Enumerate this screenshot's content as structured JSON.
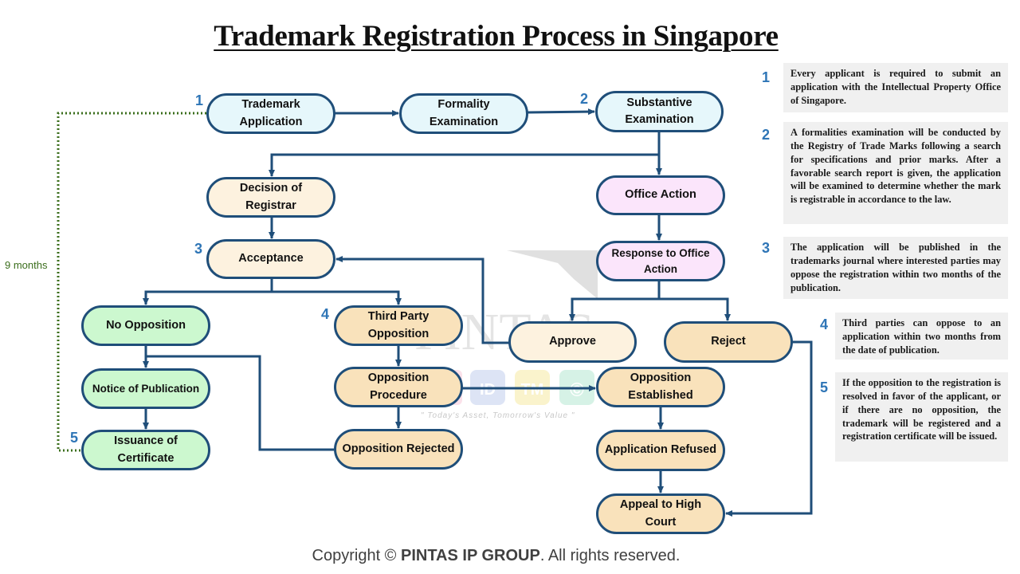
{
  "title": "Trademark Registration Process in Singapore",
  "nodes": {
    "trademark_application": "Trademark Application",
    "formality_examination": "Formality Examination",
    "substantive_examination": "Substantive Examination",
    "decision_of_registrar": "Decision of Registrar",
    "office_action": "Office Action",
    "acceptance": "Acceptance",
    "response_to_office_action": "Response to Office Action",
    "no_opposition": "No Opposition",
    "third_party_opposition": "Third Party Opposition",
    "approve": "Approve",
    "reject": "Reject",
    "notice_of_publication": "Notice of Publication",
    "opposition_procedure": "Opposition Procedure",
    "opposition_established": "Opposition Established",
    "issuance_of_certificate": "Issuance of Certificate",
    "opposition_rejected": "Opposition Rejected",
    "application_refused": "Application Refused",
    "appeal_to_high_court": "Appeal to High Court"
  },
  "step_numbers": {
    "trademark_application": "1",
    "substantive_examination": "2",
    "acceptance": "3",
    "third_party_opposition": "4",
    "issuance_of_certificate": "5"
  },
  "side_label": "9 months",
  "notes": [
    {
      "number": "1",
      "text": "Every applicant is required to submit an application with the Intellectual Property Office of Singapore."
    },
    {
      "number": "2",
      "text": "A formalities examination will be conducted by the Registry of Trade Marks following a search for specifications and prior marks. After a favorable search report is given, the application will be examined to determine whether the mark is registrable in accordance to the law."
    },
    {
      "number": "3",
      "text": "The application will be published in the trademarks journal where interested parties may oppose the registration within two months of the publication."
    },
    {
      "number": "4",
      "text": "Third parties can oppose to an application within two months from the date of publication."
    },
    {
      "number": "5",
      "text": "If the opposition to the registration is resolved in favor of the applicant, or if there are no opposition, the trademark will be registered and a registration certificate will be issued."
    }
  ],
  "watermark": {
    "brand": "PINTAS",
    "badges": [
      "ID",
      "TM",
      "©"
    ],
    "tagline": "\" Today's Asset, Tomorrow's Value \""
  },
  "footer": {
    "prefix": "Copyright © ",
    "brand": "PINTAS IP GROUP",
    "suffix": ". All rights reserved."
  },
  "colors": {
    "connector": "#1f4e79",
    "months_line": "#3b6e1c",
    "step_number": "#2e75b6"
  }
}
